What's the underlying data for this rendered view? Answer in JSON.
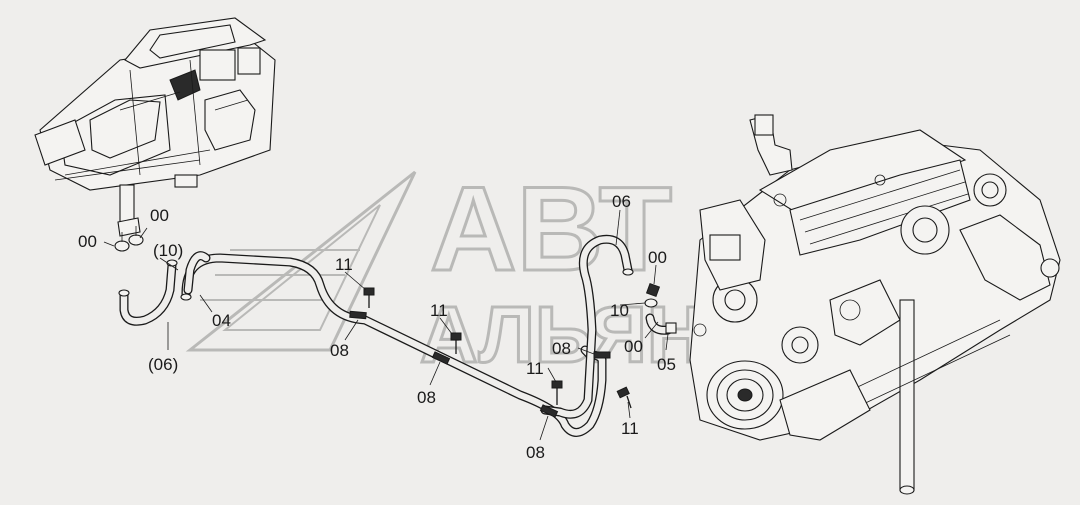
{
  "watermark": {
    "line1": "АВТ",
    "line2": "АЛЬЯНС"
  },
  "labels": {
    "part_00_a": "00",
    "part_00_b": "00",
    "part_10_paren": "(10)",
    "part_04": "04",
    "part_06_paren": "(06)",
    "part_11_a": "11",
    "part_08_a": "08",
    "part_11_b": "11",
    "part_08_b": "08",
    "part_08_c": "08",
    "part_11_c": "11",
    "part_08_d": "08",
    "part_06": "06",
    "part_00_c": "00",
    "part_10": "10",
    "part_00_d": "00",
    "part_05": "05",
    "part_11_d": "11"
  },
  "colors": {
    "background": "#efeeec",
    "line": "#1a1a1a",
    "watermark": "#b9b9b7"
  }
}
